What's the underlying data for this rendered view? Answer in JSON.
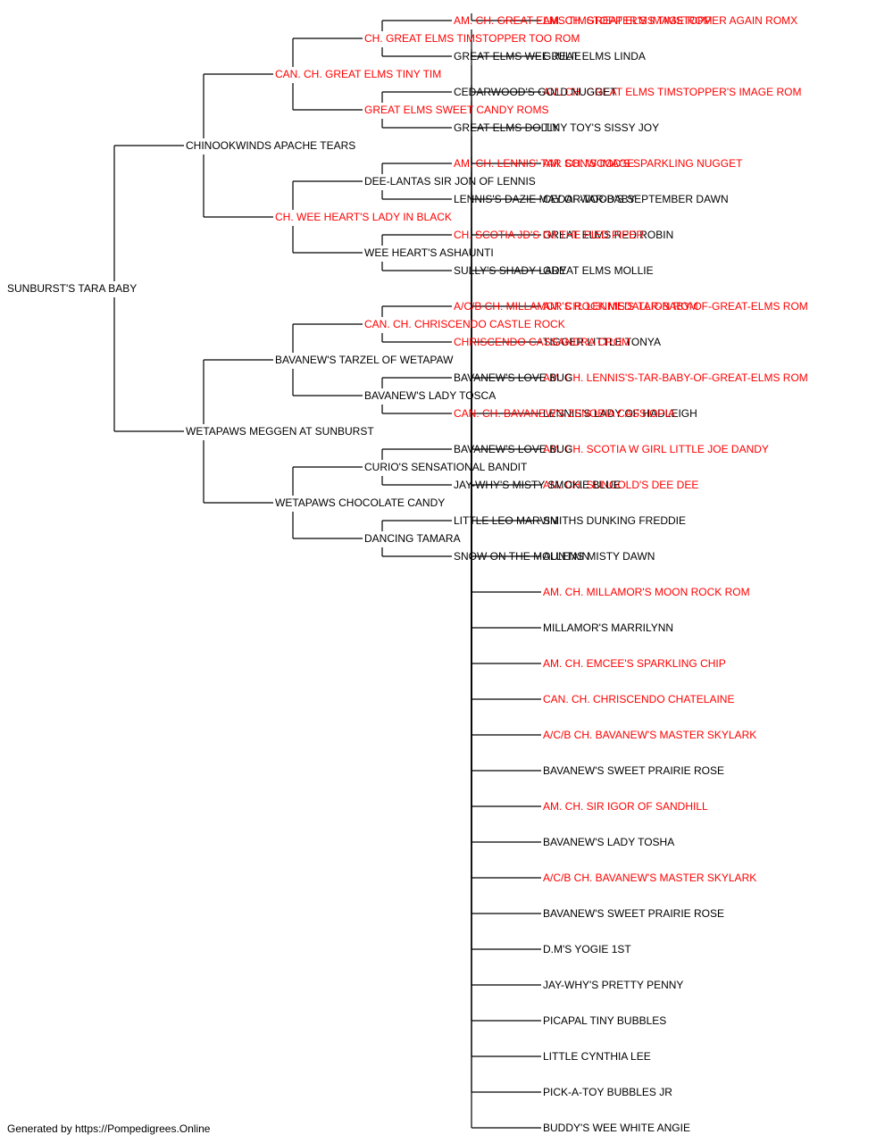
{
  "colors": {
    "champion": "#ff0000",
    "normal": "#000000",
    "line": "#000000"
  },
  "pedigree": {
    "name": "SUNBURST'S TARA BABY",
    "sire": {
      "name": "CHINOOKWINDS APACHE TEARS",
      "sire": {
        "name": "CAN. CH. GREAT ELMS TINY TIM",
        "champion": true,
        "sire": {
          "name": "CH. GREAT ELMS TIMSTOPPER TOO ROM",
          "champion": true,
          "sire": {
            "name": "AM. CH. GREAT ELMS TIMSTOPPER'S IMAGE ROM",
            "champion": true,
            "sire": {
              "name": "AM. CH. GREAT ELMS TIMSTOPPER AGAIN ROMX",
              "champion": true
            },
            "dam": {
              "name": "GREAT ELMS LINDA"
            }
          },
          "dam": {
            "name": "GREAT ELMS WEE JULIE",
            "sire": {
              "name": "AM. CH. GREAT ELMS TIMSTOPPER'S IMAGE ROM",
              "champion": true
            },
            "dam": {
              "name": "TINY TOY'S SISSY JOY"
            }
          }
        },
        "dam": {
          "name": "GREAT ELMS SWEET CANDY ROMS",
          "champion": true,
          "sire": {
            "name": "CEDARWOOD'S GOLD NUGGET",
            "sire": {
              "name": "AM. CH. WOOD'S SPARKLING NUGGET",
              "champion": true
            },
            "dam": {
              "name": "CEDARWOOD'S SEPTEMBER DAWN"
            }
          },
          "dam": {
            "name": "GREAT ELMS DOLLY",
            "sire": {
              "name": "GREAT ELMS RED ROBIN"
            },
            "dam": {
              "name": "GREAT ELMS MOLLIE"
            }
          }
        }
      },
      "dam": {
        "name": "CH. WEE HEART'S LADY IN BLACK",
        "champion": true,
        "sire": {
          "name": "DEE-LANTAS SIR JON OF LENNIS",
          "sire": {
            "name": "AM. CH. LENNIS' TAR SON'S IMAGE",
            "champion": true,
            "sire": {
              "name": "AM. CH. LENNIS'S-TAR-BABY-OF-GREAT-ELMS ROM",
              "champion": true
            },
            "dam": {
              "name": "TIGGER LITTLE TONYA"
            }
          },
          "dam": {
            "name": "LENNIS'S DAZIE MAY OF-TAR-BABY",
            "sire": {
              "name": "AM. CH. LENNIS'S-TAR-BABY-OF-GREAT-ELMS ROM",
              "champion": true
            },
            "dam": {
              "name": "LENNIS'S LADY OF HADLEIGH"
            }
          }
        },
        "dam": {
          "name": "WEE HEART'S ASHAUNTI",
          "sire": {
            "name": "CH. SCOTIA JD'S I'M THE PIED PIPER",
            "champion": true,
            "sire": {
              "name": "AM. CH. SCOTIA W GIRL LITTLE JOE DANDY",
              "champion": true
            },
            "dam": {
              "name": "AM. CH. SUNGOLD'S DEE DEE",
              "champion": true
            }
          },
          "dam": {
            "name": "SULLY'S SHADY LADY",
            "sire": {
              "name": "SMITHS DUNKING FREDDIE"
            },
            "dam": {
              "name": "ALLENS MISTY DAWN"
            }
          }
        }
      }
    },
    "dam": {
      "name": "WETAPAWS MEGGEN AT SUNBURST",
      "sire": {
        "name": "BAVANEW'S TARZEL OF WETAPAW",
        "sire": {
          "name": "CAN. CH. CHRISCENDO CASTLE ROCK",
          "champion": true,
          "sire": {
            "name": "A/C/B CH. MILLAMOR'S ROCK MEDALLION ROM",
            "champion": true,
            "sire": {
              "name": "AM. CH. MILLAMOR'S MOON ROCK ROM",
              "champion": true
            },
            "dam": {
              "name": "MILLAMOR'S MARRILYNN"
            }
          },
          "dam": {
            "name": "CHRISCENDO CASSANDRA CROM",
            "champion": true,
            "sire": {
              "name": "AM. CH. EMCEE'S SPARKLING CHIP",
              "champion": true
            },
            "dam": {
              "name": "CAN. CH. CHRISCENDO CHATELAINE",
              "champion": true
            }
          }
        },
        "dam": {
          "name": "BAVANEW'S LADY TOSCA",
          "sire": {
            "name": "BAVANEW'S LOVE BUG",
            "sire": {
              "name": "A/C/B CH. BAVANEW'S MASTER SKYLARK",
              "champion": true
            },
            "dam": {
              "name": "BAVANEW'S SWEET PRAIRIE ROSE"
            }
          },
          "dam": {
            "name": "CAN. CH. BAVANEW'S ZENOBIA CASSIOPIA",
            "champion": true,
            "sire": {
              "name": "AM. CH. SIR IGOR OF SANDHILL",
              "champion": true
            },
            "dam": {
              "name": "BAVANEW'S LADY TOSHA"
            }
          }
        }
      },
      "dam": {
        "name": "WETAPAWS CHOCOLATE CANDY",
        "sire": {
          "name": "CURIO'S SENSATIONAL BANDIT",
          "sire": {
            "name": "BAVANEW'S LOVE BUG",
            "sire": {
              "name": "A/C/B CH. BAVANEW'S MASTER SKYLARK",
              "champion": true
            },
            "dam": {
              "name": "BAVANEW'S SWEET PRAIRIE ROSE"
            }
          },
          "dam": {
            "name": "JAY-WHY'S MISTY SMOKIE BLUE",
            "sire": {
              "name": "D.M'S YOGIE 1ST"
            },
            "dam": {
              "name": "JAY-WHY'S PRETTY PENNY"
            }
          }
        },
        "dam": {
          "name": "DANCING TAMARA",
          "sire": {
            "name": "LITTLE LEO MARVIN",
            "sire": {
              "name": "PICAPAL TINY BUBBLES"
            },
            "dam": {
              "name": "LITTLE CYNTHIA LEE"
            }
          },
          "dam": {
            "name": "SNOW ON THE MOUNTAIN",
            "sire": {
              "name": "PICK-A-TOY BUBBLES JR"
            },
            "dam": {
              "name": "BUDDY'S WEE WHITE ANGIE"
            }
          }
        }
      }
    }
  },
  "footer": {
    "text": "Generated by https://Pompedigrees.Online"
  }
}
